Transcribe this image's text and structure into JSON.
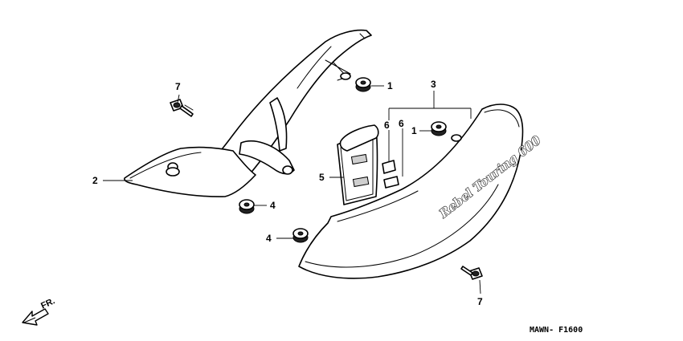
{
  "callouts": {
    "c1a": "1",
    "c1b": "1",
    "c2": "2",
    "c3": "3",
    "c4a": "4",
    "c4b": "4",
    "c5": "5",
    "c6a": "6",
    "c6b": "6",
    "c7a": "7",
    "c7b": "7"
  },
  "direction_label": "FR.",
  "figure_code": "MAWN- F1600",
  "emblem_text": "Rebel Touring 600"
}
